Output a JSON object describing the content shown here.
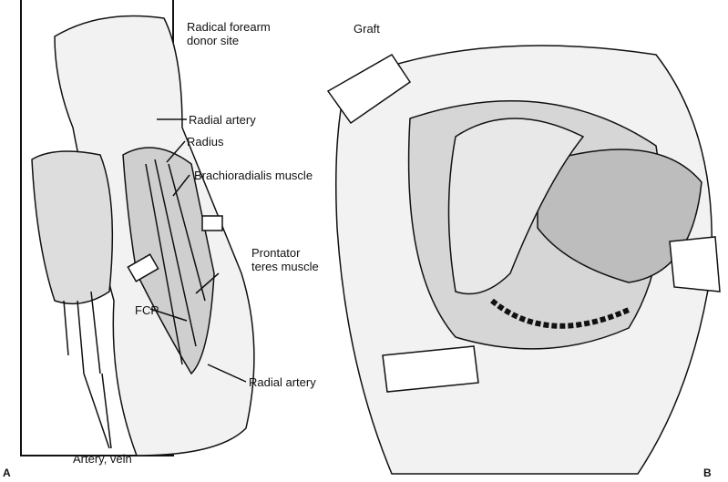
{
  "panel_a": {
    "letter": "A",
    "labels": {
      "donor_site": "Radical forearm\ndonor site",
      "radial_artery_top": "Radial artery",
      "radius": "Radius",
      "brachioradialis": "Brachioradialis muscle",
      "pronator": "Prontator\nteres muscle",
      "fcr": "FCR",
      "radial_artery_bottom": "Radial artery",
      "artery_vein": "Artery, vein"
    }
  },
  "panel_b": {
    "letter": "B",
    "labels": {
      "graft": "Graft"
    }
  }
}
